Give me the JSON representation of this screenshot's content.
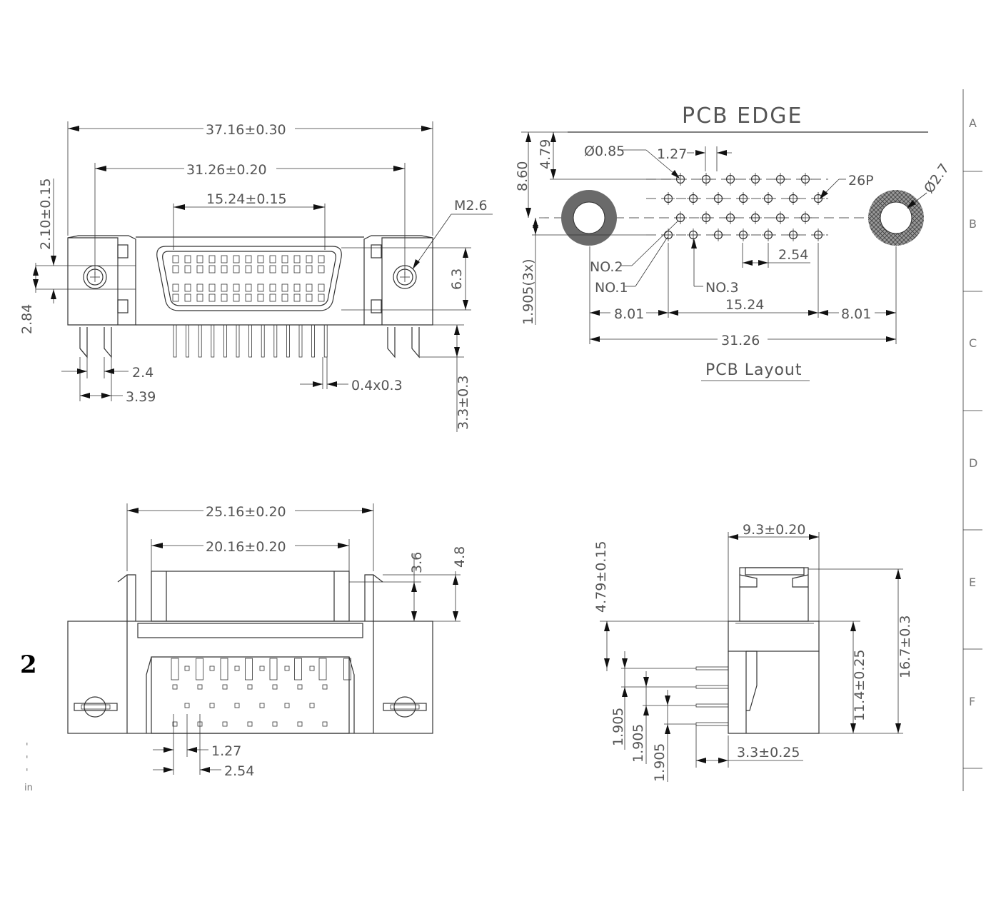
{
  "title_pcb_edge": "PCB EDGE",
  "title_pcb_layout": "PCB Layout",
  "front_view": {
    "overall_width": "37.16±0.30",
    "mount_pitch": "31.26±0.20",
    "contact_span": "15.24±0.15",
    "screw": "M2.6",
    "offset_top": "2.10±0.15",
    "height_shell": "6.3",
    "offset_side": "2.84",
    "peg_width": "2.4",
    "peg_pitch": "3.39",
    "pin_size": "0.4x0.3",
    "pin_length": "3.3±0.3"
  },
  "pcb_layout": {
    "hole_dia": "Ø0.85",
    "pitch_small": "1.27",
    "pin_count": "26P",
    "mount_dia": "Ø2.7",
    "depth_total": "8.60",
    "depth_row": "4.79",
    "row_pitch": "1.905(3x)",
    "col_pitch": "2.54",
    "no2": "NO.2",
    "no1": "NO.1",
    "no3": "NO.3",
    "side_left": "8.01",
    "center_span": "15.24",
    "side_right": "8.01",
    "total_span": "31.26"
  },
  "top_view": {
    "outer_width": "25.16±0.20",
    "inner_width": "20.16±0.20",
    "step_small": "3.6",
    "step_large": "4.8",
    "pitch_small": "1.27",
    "pitch_large": "2.54"
  },
  "side_view": {
    "depth": "9.3±0.20",
    "offset": "4.79±0.15",
    "height_body": "11.4±0.25",
    "height_total": "16.7±0.3",
    "pin_length": "3.3±0.25",
    "row_a": "1.905",
    "row_b": "1.905",
    "row_c": "1.905"
  },
  "zones": [
    "A",
    "B",
    "C",
    "D",
    "E",
    "F"
  ],
  "sheet_number": "2",
  "margin_marks": [
    "'",
    "'",
    "'",
    "in"
  ]
}
